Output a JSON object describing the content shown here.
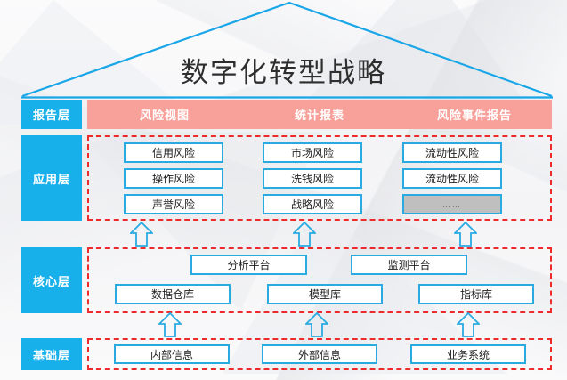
{
  "title": "数字化转型战略",
  "colors": {
    "accent_blue": "#29abe2",
    "label_blue": "#18b0ea",
    "report_pink": "#f8a19a",
    "group_red": "#ee2b2b",
    "muted_gray": "#bfbfbf"
  },
  "layers": [
    {
      "id": "report",
      "label": "报告层"
    },
    {
      "id": "application",
      "label": "应用层"
    },
    {
      "id": "core",
      "label": "核心层"
    },
    {
      "id": "foundation",
      "label": "基础层"
    }
  ],
  "report": {
    "items": [
      "风险视图",
      "统计报表",
      "风险事件报告"
    ]
  },
  "application": {
    "columns": [
      {
        "items": [
          "信用风险",
          "操作风险",
          "声誉风险"
        ]
      },
      {
        "items": [
          "市场风险",
          "洗钱风险",
          "战略风险"
        ]
      },
      {
        "items": [
          "流动性风险",
          "流动性风险",
          "……"
        ]
      }
    ]
  },
  "core": {
    "top_row": [
      "分析平台",
      "监测平台"
    ],
    "bottom_row": [
      "数据仓库",
      "模型库",
      "指标库"
    ]
  },
  "foundation": {
    "items": [
      "内部信息",
      "外部信息",
      "业务系统"
    ]
  }
}
